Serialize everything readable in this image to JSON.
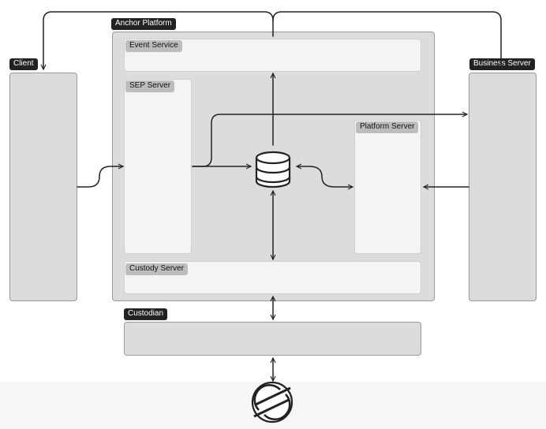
{
  "labels": {
    "client": "Client",
    "anchor_platform": "Anchor Platform",
    "business_server": "Business Server",
    "event_service": "Event Service",
    "sep_server": "SEP Server",
    "platform_server": "Platform Server",
    "custody_server": "Custody Server",
    "custodian": "Custodian"
  },
  "icons": {
    "database": "database-icon",
    "network_logo": "stellar-logo-icon"
  },
  "colors": {
    "panel": "#dcdcdc",
    "inner": "#f4f4f4",
    "tag_dark": "#222222",
    "tag_light": "#bdbdbd",
    "line": "#222222"
  }
}
